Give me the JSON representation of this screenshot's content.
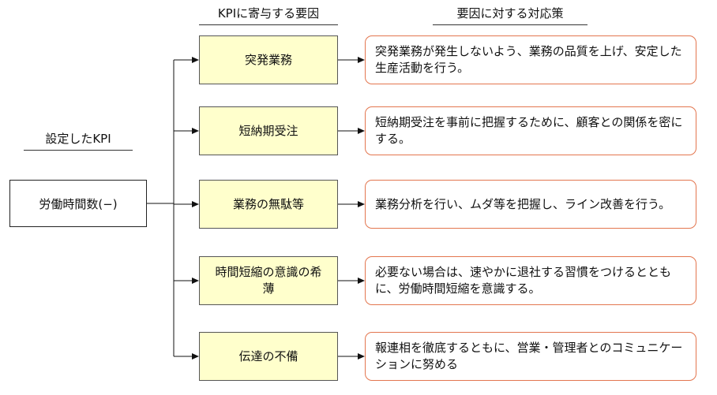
{
  "headers": {
    "kpi": "設定したKPI",
    "factors": "KPIに寄与する要因",
    "measures": "要因に対する対応策"
  },
  "root": {
    "label": "労働時間数(−)"
  },
  "rows": [
    {
      "factor": "突発業務",
      "measure": "突発業務が発生しないよう、業務の品質を上げ、安定した生産活動を行う。"
    },
    {
      "factor": "短納期受注",
      "measure": "短納期受注を事前に把握するために、顧客との関係を密にする。"
    },
    {
      "factor": "業務の無駄等",
      "measure": "業務分析を行い、ムダ等を把握し、ライン改善を行う。"
    },
    {
      "factor": "時間短縮の意識の希薄",
      "measure": "必要ない場合は、速やかに退社する習慣をつけるとともに、労働時間短縮を意識する。"
    },
    {
      "factor": "伝達の不備",
      "measure": "報連相を徹底するともに、営業・管理者とのコミュニケーションに努める"
    }
  ]
}
